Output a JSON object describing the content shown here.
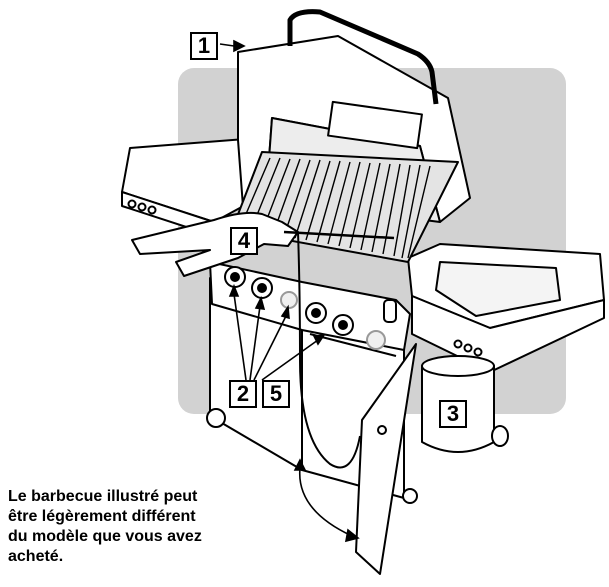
{
  "callouts": {
    "lid": "1",
    "burner_knobs": "2",
    "propane_tank": "3",
    "igniter": "4",
    "ignition_knob": "5"
  },
  "caption_lines": [
    "Le barbecue illustré peut",
    "être légèrement différent",
    "du modèle que vous avez",
    "acheté."
  ],
  "colors": {
    "background_panel": "#d2d2d2",
    "line": "#000000",
    "fill": "#ffffff"
  }
}
